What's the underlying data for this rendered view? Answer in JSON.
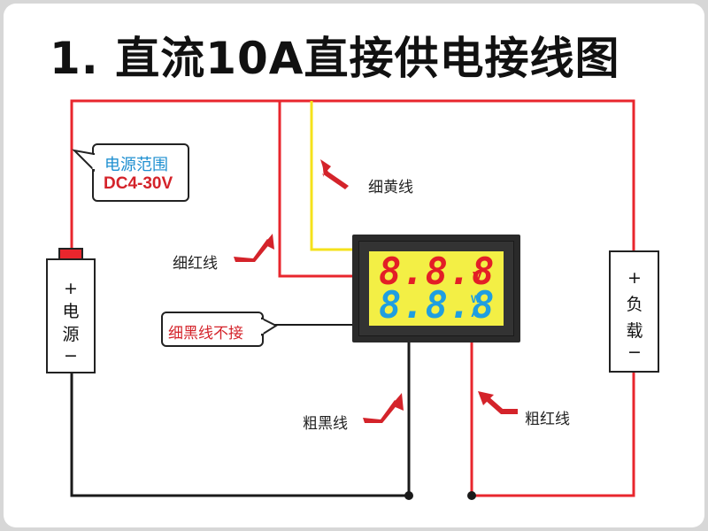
{
  "title": "1. 直流10A直接供电接线图",
  "power_supply": {
    "plus": "+",
    "label_1": "电",
    "label_2": "源",
    "minus": "−"
  },
  "load": {
    "plus": "+",
    "label_1": "负",
    "label_2": "载",
    "minus": "−"
  },
  "range_callout": {
    "line1": "电源范围",
    "line2": "DC4-30V"
  },
  "wires": {
    "thin_yellow": "细黄线",
    "thin_red": "细红线",
    "thin_black_callout": "细黑线不接",
    "thick_black": "粗黑线",
    "thick_red": "粗红线"
  },
  "meter": {
    "voltage_digits": "8.8.8",
    "voltage_unit": "V",
    "current_digits": "8.8.8",
    "current_unit_top": "W",
    "current_unit_bottom": "A"
  },
  "colors": {
    "wire_red": "#e8262d",
    "wire_yellow": "#f5e21b",
    "wire_black": "#1a1a1a",
    "arrow_red": "#d4232a",
    "meter_screen": "#f3ef45",
    "meter_bezel": "#2a2a2a",
    "digit_red": "#e31e26",
    "digit_blue": "#1f9ee0",
    "callout_blue": "#1e8fd0",
    "callout_red": "#d4232a"
  }
}
